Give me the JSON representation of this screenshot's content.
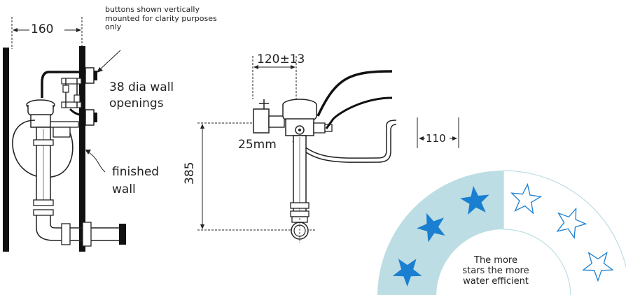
{
  "note": "buttons shown vertically mounted for clarity purposes only",
  "dimensions": {
    "offset": "160",
    "spacing": "120±13",
    "pipe": "25mm",
    "height": "385",
    "depth": "110"
  },
  "callouts": {
    "openings_line1": "38 dia wall",
    "openings_line2": "openings",
    "wall_line1": "finished",
    "wall_line2": "wall"
  },
  "rating": {
    "text_line1": "The more",
    "text_line2": "stars the more",
    "text_line3": "water efficient",
    "stars_total": 6,
    "stars_filled": 3,
    "filled_color": "#1a7fd0",
    "band_color": "#bcdde4",
    "outline_color": "#1a7fd0"
  }
}
